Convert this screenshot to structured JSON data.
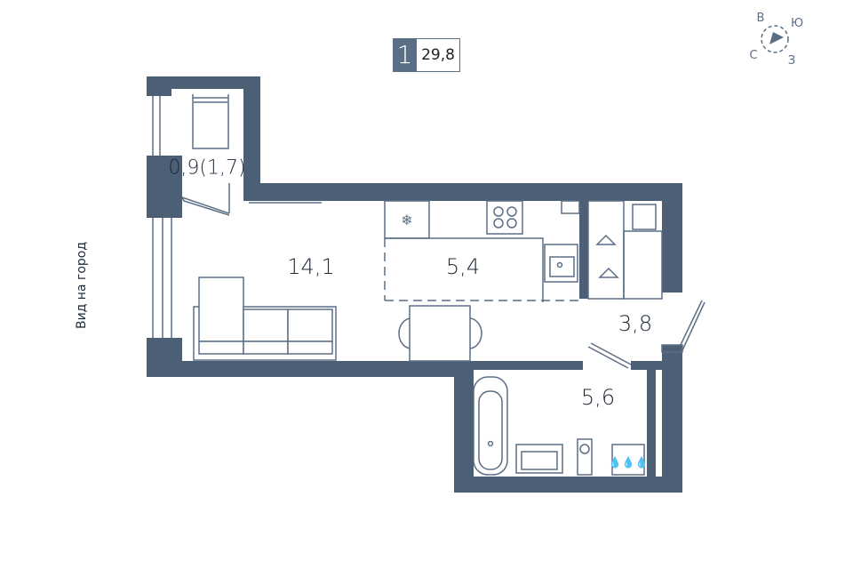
{
  "badge": {
    "rooms": "1",
    "total_area": "29,8"
  },
  "rooms": {
    "balcony": "0,9(1,7)",
    "living": "14,1",
    "kitchen": "5,4",
    "hall": "3,8",
    "bathroom": "5,6"
  },
  "view_label": "Вид на город",
  "compass": {
    "north": "В",
    "south": "З",
    "east": "Ю",
    "west": "С"
  },
  "colors": {
    "wall": "#4d5f75",
    "line": "#5a6e85",
    "fill": "#ffffff"
  }
}
